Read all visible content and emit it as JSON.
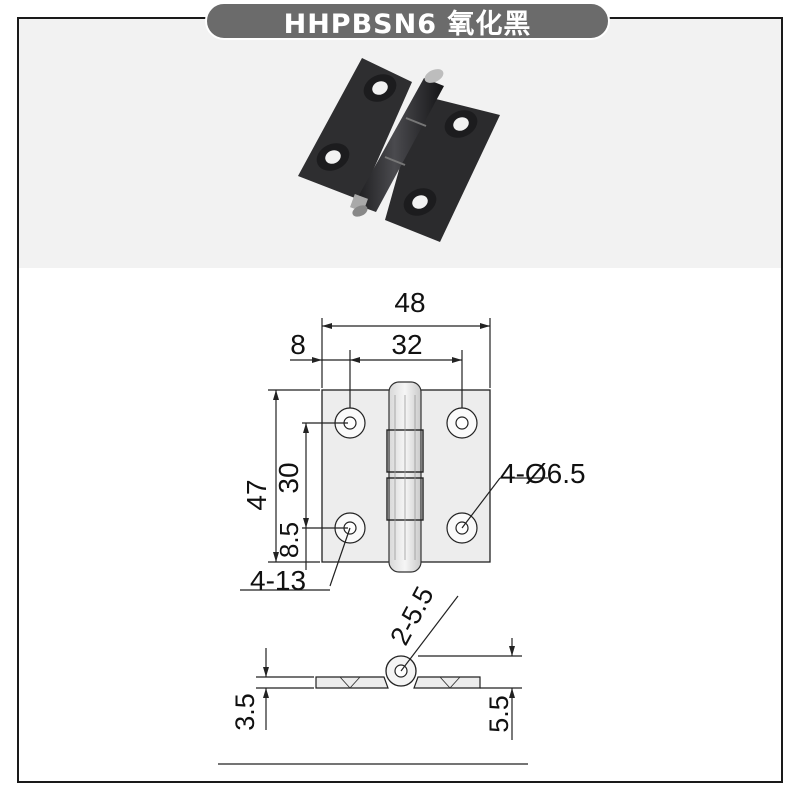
{
  "title": "HHPBSN6 氧化黑",
  "dimensions": {
    "width_overall": "48",
    "hole_spacing_horizontal": "32",
    "edge_offset": "8",
    "height_overall": "47",
    "hole_spacing_vertical": "30",
    "hole_edge_offset": "8.5",
    "counterbore": "4-13",
    "hole_diameter": "4-Ø6.5",
    "pin_diameter": "2-5.5",
    "leaf_thickness": "3.5",
    "knuckle_height": "5.5"
  },
  "colors": {
    "title_bg": "#6b6b6b",
    "photo_bg": "#f2f2f2",
    "hinge_black": "#2a2a2c",
    "drawing_fill": "#ececec"
  }
}
